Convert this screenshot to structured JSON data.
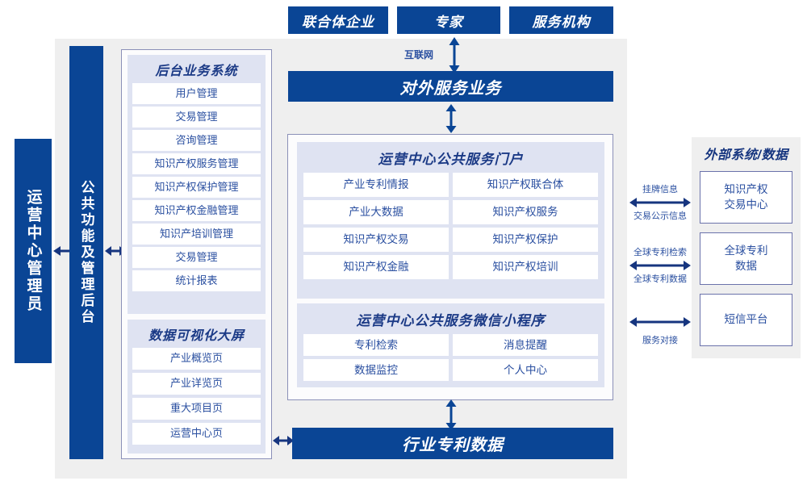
{
  "top_actors": [
    {
      "label": "联合体企业"
    },
    {
      "label": "专家"
    },
    {
      "label": "服务机构"
    }
  ],
  "internet_label": "互联网",
  "external_service_bar": "对外服务业务",
  "industry_patent_data_bar": "行业专利数据",
  "left_bars": [
    {
      "label": "运营中心管理员"
    },
    {
      "label": "公共功能及管理后台"
    }
  ],
  "backend_panel": {
    "title": "后台业务系统",
    "items": [
      "用户管理",
      "交易管理",
      "咨询管理",
      "知识产权服务管理",
      "知识产权保护管理",
      "知识产权金融管理",
      "知识产培训管理",
      "交易管理",
      "统计报表"
    ]
  },
  "visualization_panel": {
    "title": "数据可视化大屏",
    "items": [
      "产业概览页",
      "产业详览页",
      "重大项目页",
      "运营中心页"
    ]
  },
  "portal_panel": {
    "title": "运营中心公共服务门户",
    "items": [
      "产业专利情报",
      "知识产权联合体",
      "产业大数据",
      "知识产权服务",
      "知识产权交易",
      "知识产权保护",
      "知识产权金融",
      "知识产权培训"
    ]
  },
  "miniprogram_panel": {
    "title": "运营中心公共服务微信小程序",
    "items": [
      "专利检索",
      "消息提醒",
      "数据监控",
      "个人中心"
    ]
  },
  "external_panel": {
    "title": "外部系统/数据",
    "boxes": [
      {
        "label": "知识产权\n交易中心",
        "line1": "知识产权",
        "line2": "交易中心"
      },
      {
        "label": "全球专利\n数据",
        "line1": "全球专利",
        "line2": "数据"
      },
      {
        "label": "短信平台",
        "line1": "短信平台",
        "line2": ""
      }
    ],
    "connectors": [
      {
        "above": "挂牌信息",
        "below": "交易公示信息"
      },
      {
        "above": "全球专利检索",
        "below": "全球专利数据"
      },
      {
        "above": "",
        "below": "服务对接"
      }
    ]
  },
  "colors": {
    "brand_blue": "#0a4595",
    "panel_border": "#8b90b8",
    "subpanel_bg": "#dfe3f2",
    "container_gray": "#efefef",
    "text_blue": "#2a4fa0"
  }
}
